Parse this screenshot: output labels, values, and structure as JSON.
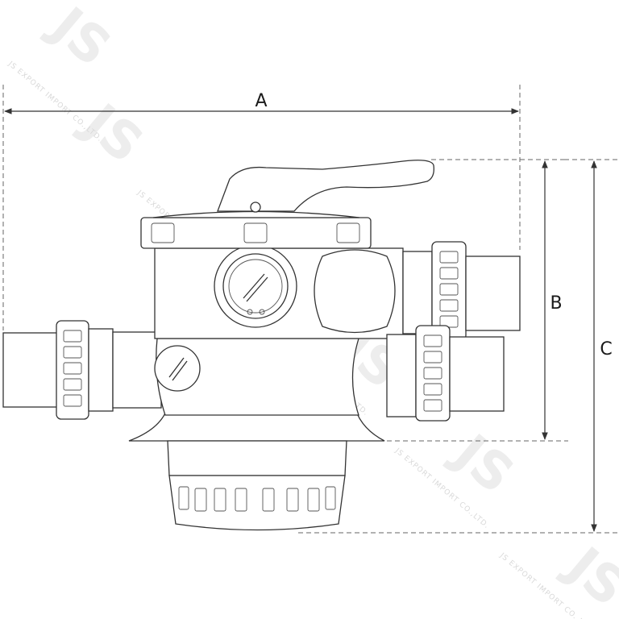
{
  "dimensions": {
    "a_label": "A",
    "b_label": "B",
    "c_label": "C"
  },
  "watermark": {
    "logo": "JS",
    "text": "JS EXPORT IMPORT CO.,LTD."
  }
}
